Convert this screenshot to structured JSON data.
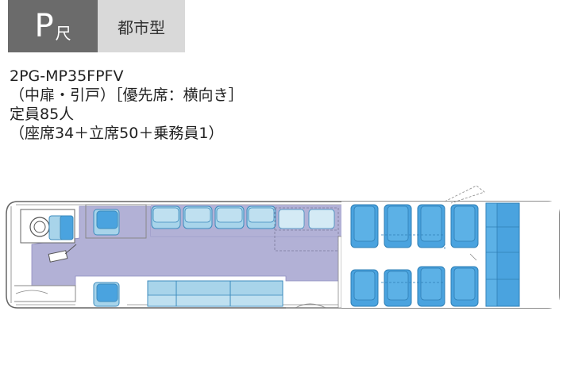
{
  "header": {
    "size_letter": "P",
    "size_suffix": "尺",
    "bus_type": "都市型"
  },
  "specs": {
    "model": "2PG-MP35FPFV",
    "door_layout": "（中扉・引戸）［優先席：横向き］",
    "capacity": "定員85人",
    "capacity_detail": "（座席34＋立席50＋乗務員1）"
  },
  "colors": {
    "tag_dark": "#6b6b6b",
    "tag_light": "#d9d9d9",
    "seat_blue": "#4aa3df",
    "seat_light": "#a8d4ea",
    "floor_purple": "#b2b1d6"
  }
}
